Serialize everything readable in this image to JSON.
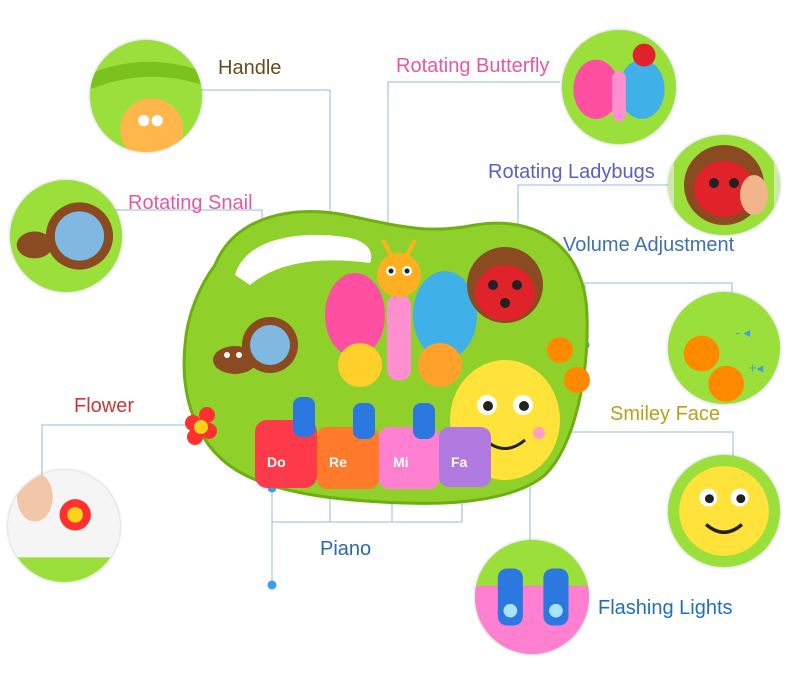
{
  "labels": {
    "handle": "Handle",
    "rotating_butterfly": "Rotating Butterfly",
    "rotating_snail": "Rotating Snail",
    "rotating_ladybugs": "Rotating Ladybugs",
    "volume_adjustment": "Volume Adjustment",
    "flower": "Flower",
    "smiley_face": "Smiley Face",
    "piano": "Piano",
    "flashing_lights": "Flashing Lights"
  },
  "piano_keys": [
    "Do",
    "Re",
    "Mi",
    "Fa"
  ],
  "colors": {
    "handle": "#6b4a1e",
    "rotating_butterfly": "#e9579f",
    "rotating_snail": "#e9579f",
    "rotating_ladybugs": "#5a5fc4",
    "volume_adjustment": "#3f6fb5",
    "flower": "#c23a3a",
    "smiley_face": "#b9a01c",
    "piano": "#2b6aa8",
    "flashing_lights": "#1f6fbf",
    "toy_green": "#8fd12a",
    "leader": "#8fbde0"
  }
}
